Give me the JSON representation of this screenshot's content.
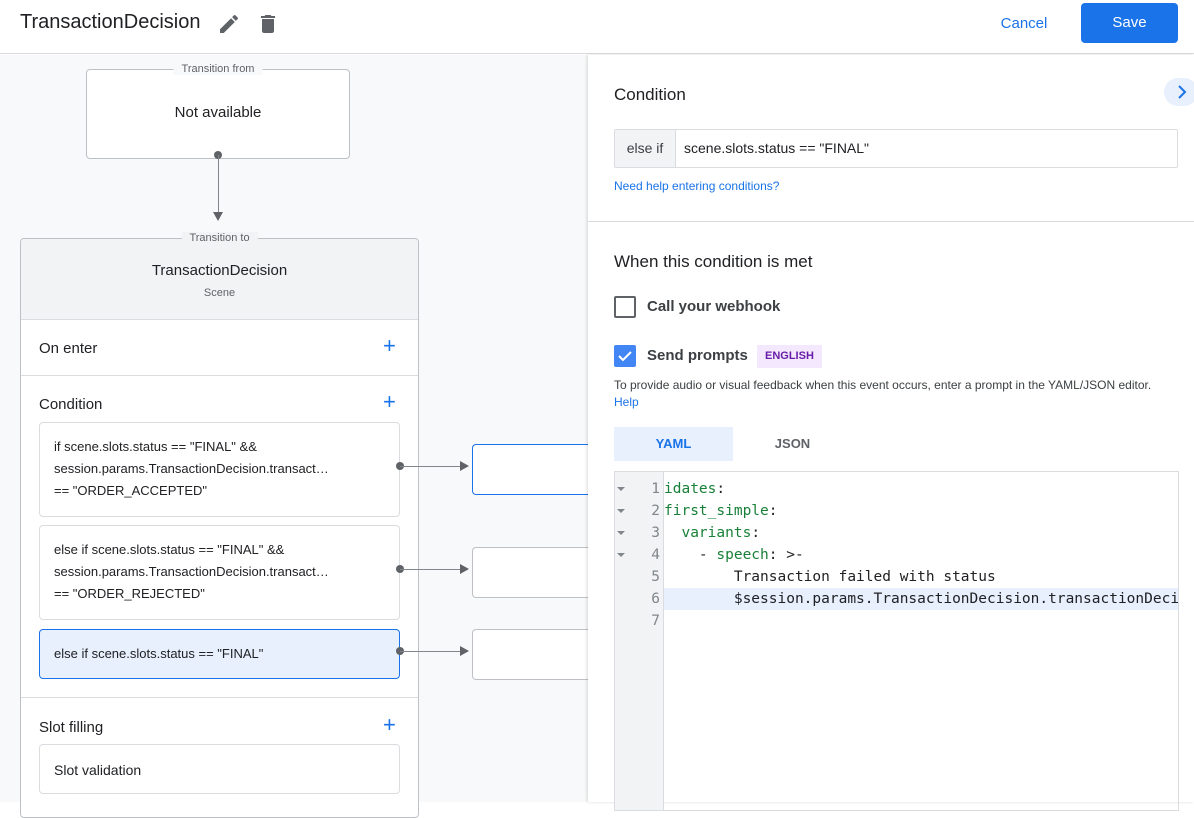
{
  "header": {
    "title": "TransactionDecision",
    "edit_icon": "pencil-icon",
    "delete_icon": "trash-icon",
    "cancel_label": "Cancel",
    "save_label": "Save"
  },
  "canvas": {
    "transition_from": {
      "legend": "Transition from",
      "value": "Not available"
    },
    "transition_to": {
      "legend": "Transition to",
      "scene_name": "TransactionDecision",
      "scene_type": "Scene"
    },
    "on_enter": {
      "label": "On enter"
    },
    "condition": {
      "label": "Condition",
      "items": [
        {
          "lines": [
            "if scene.slots.status == \"FINAL\" &&",
            "session.params.TransactionDecision.transact…",
            "== \"ORDER_ACCEPTED\""
          ]
        },
        {
          "lines": [
            "else if scene.slots.status == \"FINAL\" &&",
            "session.params.TransactionDecision.transact…",
            "== \"ORDER_REJECTED\""
          ]
        },
        {
          "lines": [
            "else if scene.slots.status == \"FINAL\""
          ],
          "selected": true
        }
      ]
    },
    "slot_filling": {
      "label": "Slot filling",
      "slot_validation": "Slot validation"
    }
  },
  "panel": {
    "condition_title": "Condition",
    "condition_prefix": "else if",
    "condition_value": "scene.slots.status == \"FINAL\"",
    "help_link": "Need help entering conditions?",
    "met_title": "When this condition is met",
    "webhook_label": "Call your webhook",
    "webhook_checked": false,
    "prompts_label": "Send prompts",
    "prompts_checked": true,
    "language_badge": "ENGLISH",
    "prompt_help": "To provide audio or visual feedback when this event occurs, enter a prompt in the YAML/JSON editor.",
    "prompt_help_link": "Help",
    "tabs": [
      {
        "label": "YAML",
        "active": true
      },
      {
        "label": "JSON",
        "active": false
      }
    ],
    "editor_lines": [
      {
        "n": "1",
        "text": "idates:",
        "fold": true
      },
      {
        "n": "2",
        "text": "first_simple:",
        "fold": true
      },
      {
        "n": "3",
        "text": "  variants:",
        "fold": true
      },
      {
        "n": "4",
        "text": "    - speech: >-",
        "fold": true
      },
      {
        "n": "5",
        "text": "        Transaction failed with status",
        "fold": false
      },
      {
        "n": "6",
        "text": "        $session.params.TransactionDecision.transactionDecision",
        "fold": false,
        "highlighted": true
      },
      {
        "n": "7",
        "text": "",
        "fold": false
      }
    ]
  },
  "colors": {
    "accent": "#1a73e8",
    "selected_bg": "#e8f0fe",
    "canvas_bg": "#f8f9fa",
    "yaml_key": "#188038",
    "badge_bg": "#f3e8fd",
    "badge_text": "#681da8"
  }
}
